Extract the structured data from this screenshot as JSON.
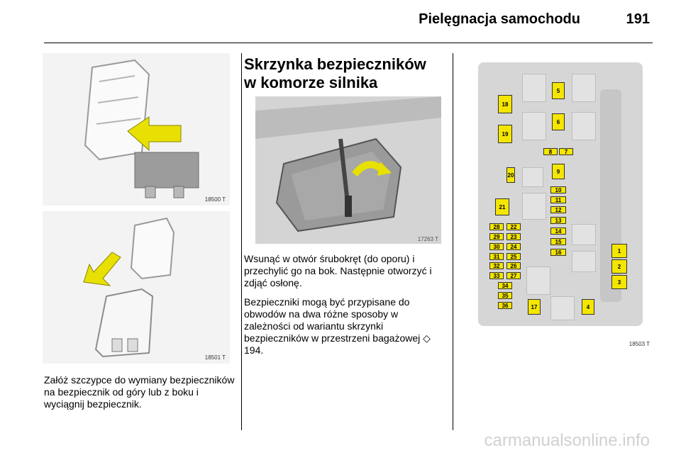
{
  "header": {
    "title": "Pielęgnacja samochodu",
    "page_number": "191"
  },
  "figures": {
    "top_left_code": "18500 T",
    "bottom_left_code": "18501 T",
    "engine_code": "17263 T",
    "fusebox_code": "18503 T"
  },
  "left_column": {
    "caption": "Załóż szczypce do wymiany bezpieczników na bezpiecznik od góry lub z boku i wyciągnij bezpiecznik."
  },
  "middle_column": {
    "title_line1": "Skrzynka bezpieczników",
    "title_line2": "w komorze silnika",
    "paragraph1": "Wsunąć w otwór śrubokręt (do oporu) i przechylić go na bok. Następnie otworzyć i zdjąć osłonę.",
    "paragraph2": "Bezpieczniki mogą być przypisane do obwodów na dwa różne sposoby w zależności od wariantu skrzynki bezpieczników w przestrzeni bagażowej",
    "ref_symbol": "◇",
    "ref_page": "194."
  },
  "fuse_labels": {
    "f1": "1",
    "f2": "2",
    "f3": "3",
    "f4": "4",
    "f5": "5",
    "f6": "6",
    "f7": "7",
    "f8": "8",
    "f9": "9",
    "f10": "10",
    "f11": "11",
    "f12": "12",
    "f13": "13",
    "f14": "14",
    "f15": "15",
    "f16": "16",
    "f17": "17",
    "f18": "18",
    "f19": "19",
    "f20": "20",
    "f21": "21",
    "f22": "22",
    "f23": "23",
    "f24": "24",
    "f25": "25",
    "f26": "26",
    "f27": "27",
    "f28": "28",
    "f29": "29",
    "f30": "30",
    "f31": "31",
    "f32": "32",
    "f33": "33",
    "f34": "34",
    "f35": "35",
    "f36": "36"
  },
  "watermark": "carmanualsonline.info"
}
